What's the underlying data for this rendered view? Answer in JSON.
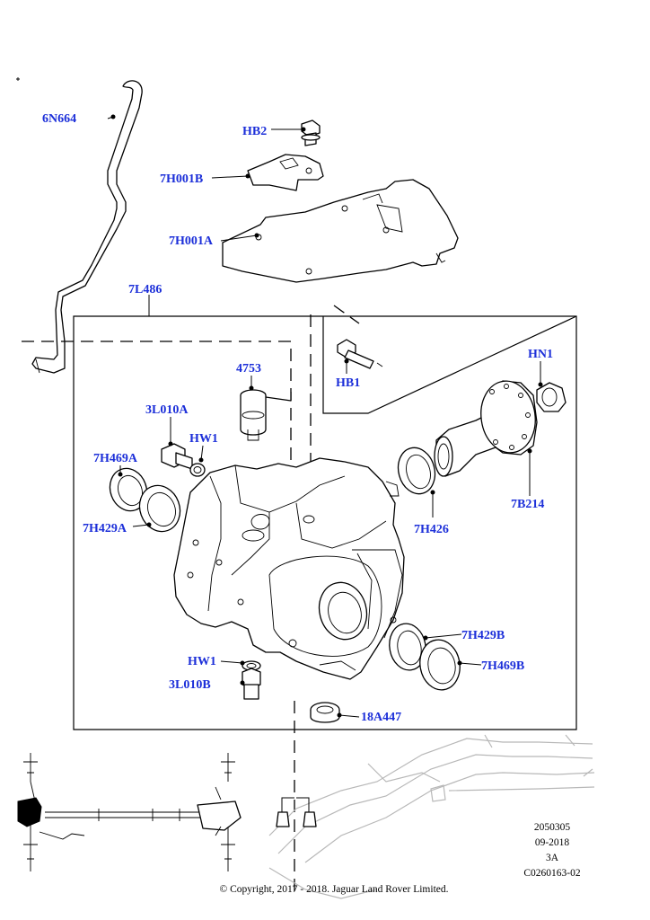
{
  "callouts": {
    "c6N664": "6N664",
    "cHB2": "HB2",
    "c7H001B": "7H001B",
    "c7H001A": "7H001A",
    "c7L486": "7L486",
    "c4753": "4753",
    "cHB1": "HB1",
    "cHN1": "HN1",
    "c3L010A": "3L010A",
    "cHW1a": "HW1",
    "c7H469A": "7H469A",
    "c7H429A": "7H429A",
    "c7H426": "7H426",
    "c7B214": "7B214",
    "c7H429B": "7H429B",
    "c7H469B": "7H469B",
    "cHW1b": "HW1",
    "c3L010B": "3L010B",
    "c18A447": "18A447"
  },
  "reference": {
    "line1": "2050305",
    "line2": "09-2018",
    "line3": "3A",
    "line4": "C0260163-02"
  },
  "copyright": "© Copyright, 2017 - 2018. Jaguar Land Rover Limited.",
  "colors": {
    "callout": "#1c2fd9",
    "line": "#000000",
    "ghost": "#b8b8b8"
  }
}
